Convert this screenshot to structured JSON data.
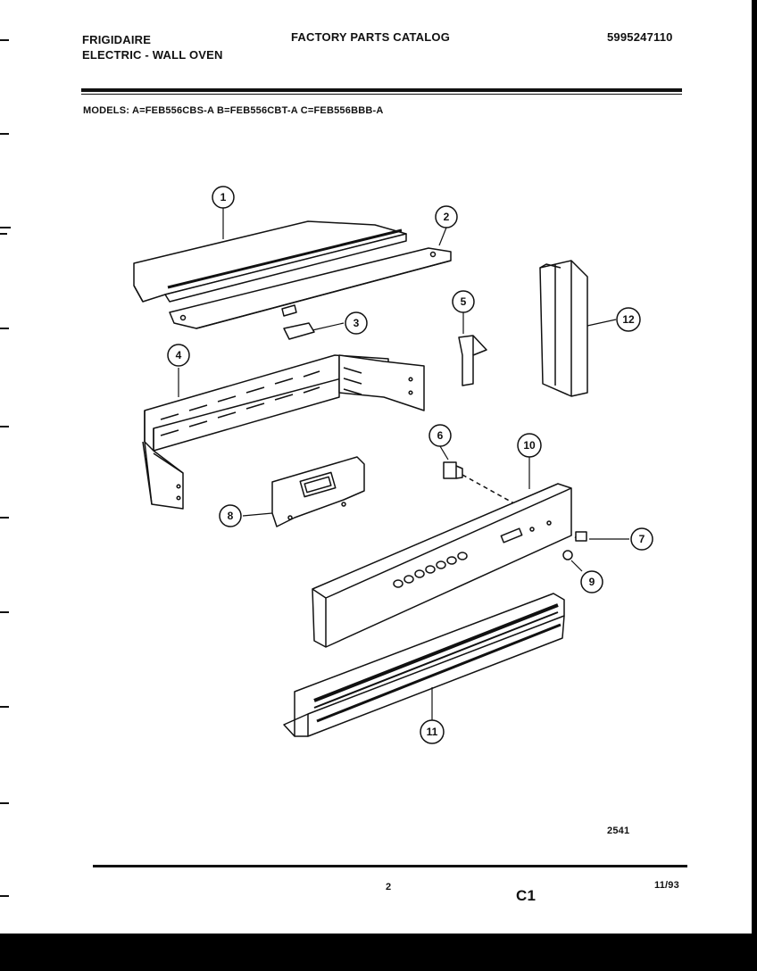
{
  "header": {
    "brand": "FRIGIDAIRE",
    "product": "ELECTRIC - WALL OVEN",
    "catalog_title": "FACTORY PARTS CATALOG",
    "catalog_number": "5995247110"
  },
  "models_line": "MODELS:   A=FEB556CBS-A   B=FEB556CBT-A   C=FEB556BBB-A",
  "callouts": [
    {
      "id": "1"
    },
    {
      "id": "2"
    },
    {
      "id": "3"
    },
    {
      "id": "4"
    },
    {
      "id": "5"
    },
    {
      "id": "6"
    },
    {
      "id": "7"
    },
    {
      "id": "8"
    },
    {
      "id": "9"
    },
    {
      "id": "10"
    },
    {
      "id": "11"
    },
    {
      "id": "12"
    }
  ],
  "footer": {
    "figure_id": "2541",
    "page_number": "2",
    "section": "C1",
    "date": "11/93"
  },
  "colors": {
    "ink": "#111111",
    "paper": "#ffffff",
    "border": "#000000"
  }
}
